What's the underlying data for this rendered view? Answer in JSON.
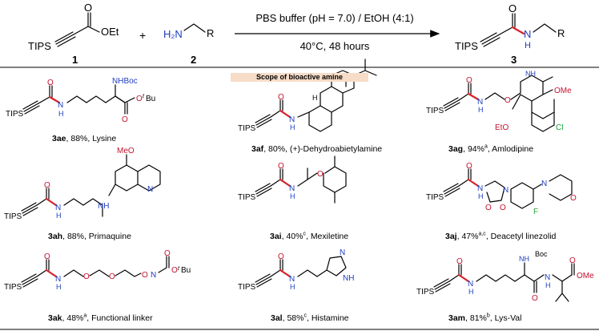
{
  "header": {
    "conditions_top": "PBS buffer (pH = 7.0) / EtOH (4:1)",
    "conditions_bottom": "40°C, 48 hours",
    "compound_1": "1",
    "compound_2": "2",
    "compound_3": "3",
    "plus": "+"
  },
  "atoms": {
    "tips": "TIPS",
    "o": "O",
    "oet": "OEt",
    "h2n": "H₂N",
    "r": "R",
    "n": "N",
    "h": "H",
    "nh": "NH",
    "nhboc": "NHBoc",
    "ome": "OMe",
    "eto": "EtO",
    "cl": "Cl",
    "f": "F",
    "meo": "MeO",
    "boc": "Boc",
    "h_stereo": "H",
    "n_boc_small": "N",
    "otbu": "O",
    "tbu_t": "t",
    "tbu_bu": "Bu"
  },
  "banner": "Scope of bioactive amine",
  "compounds": [
    {
      "id": "3ae",
      "yield": "88%",
      "note": "",
      "name": "Lysine"
    },
    {
      "id": "3af",
      "yield": "80%",
      "note": "",
      "name": "(+)-Dehydroabietylamine"
    },
    {
      "id": "3ag",
      "yield": "94%",
      "note": "a",
      "name": "Amlodipine"
    },
    {
      "id": "3ah",
      "yield": "88%",
      "note": "",
      "name": "Primaquine"
    },
    {
      "id": "3ai",
      "yield": "40%",
      "note": "c",
      "name": "Mexiletine"
    },
    {
      "id": "3aj",
      "yield": "47%",
      "note": "a,c",
      "name": "Deacetyl linezolid"
    },
    {
      "id": "3ak",
      "yield": "48%",
      "note": "a",
      "name": "Functional linker"
    },
    {
      "id": "3al",
      "yield": "58%",
      "note": "c",
      "name": "Histamine"
    },
    {
      "id": "3am",
      "yield": "81%",
      "note": "b",
      "name": "Lys-Val"
    }
  ],
  "colors": {
    "nitrogen": "#1f3dbf",
    "oxygen": "#c4122f",
    "new_bond": "#d4232a",
    "chlorine": "#1a9e3a",
    "fluorine": "#2f9e3a",
    "banner": "#f7dcc8"
  }
}
